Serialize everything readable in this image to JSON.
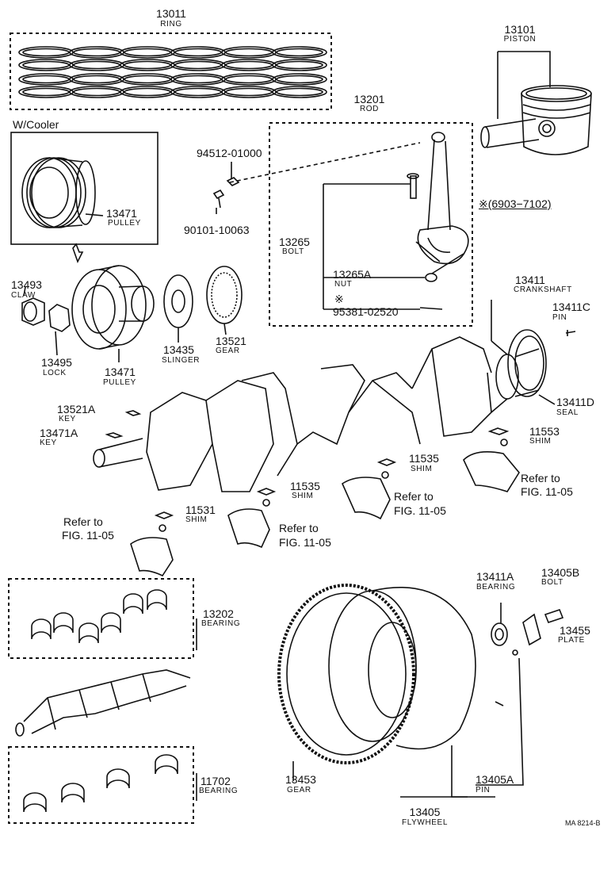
{
  "parts": {
    "ring": {
      "number": "13011",
      "name": "RING"
    },
    "piston": {
      "number": "13101",
      "name": "PISTON"
    },
    "rod": {
      "number": "13201",
      "name": "ROD"
    },
    "bolt_94512": {
      "number": "94512-01000"
    },
    "bolt_90101": {
      "number": "90101-10063"
    },
    "pulley_cooler": {
      "number": "13471",
      "name": "PULLEY"
    },
    "rod_bolt": {
      "number": "13265",
      "name": "BOLT"
    },
    "rod_nut": {
      "number": "13265A",
      "name": "NUT"
    },
    "pin_95381": {
      "number": "95381-02520",
      "mark": "※"
    },
    "crankshaft": {
      "number": "13411",
      "name": "CRANKSHAFT"
    },
    "crank_pin": {
      "number": "13411C",
      "name": "PIN"
    },
    "claw": {
      "number": "13493",
      "name": "CLAW"
    },
    "lock": {
      "number": "13495",
      "name": "LOCK"
    },
    "pulley": {
      "number": "13471",
      "name": "PULLEY"
    },
    "slinger": {
      "number": "13435",
      "name": "SLINGER"
    },
    "gear_crank": {
      "number": "13521",
      "name": "GEAR"
    },
    "seal": {
      "number": "13411D",
      "name": "SEAL"
    },
    "key_13521a": {
      "number": "13521A",
      "name": "KEY"
    },
    "key_13471a": {
      "number": "13471A",
      "name": "KEY"
    },
    "shim_11553": {
      "number": "11553",
      "name": "SHIM"
    },
    "shim_11535a": {
      "number": "11535",
      "name": "SHIM"
    },
    "shim_11535b": {
      "number": "11535",
      "name": "SHIM"
    },
    "shim_11531": {
      "number": "11531",
      "name": "SHIM"
    },
    "rod_bearing": {
      "number": "13202",
      "name": "BEARING"
    },
    "main_bearing": {
      "number": "11702",
      "name": "BEARING"
    },
    "flywheel_bearing": {
      "number": "13411A",
      "name": "BEARING"
    },
    "flywheel_bolt": {
      "number": "13405B",
      "name": "BOLT"
    },
    "plate": {
      "number": "13455",
      "name": "PLATE"
    },
    "ring_gear": {
      "number": "13453",
      "name": "GEAR"
    },
    "flywheel_pin": {
      "number": "13405A",
      "name": "PIN"
    },
    "flywheel": {
      "number": "13405",
      "name": "FLYWHEEL"
    }
  },
  "notes": {
    "cooler": "W/Cooler",
    "period": "※(6903−7102)",
    "refer_line1": "Refer to",
    "refer_line2": "FIG. 11-05"
  },
  "footer": {
    "code": "MA 8214-B"
  }
}
